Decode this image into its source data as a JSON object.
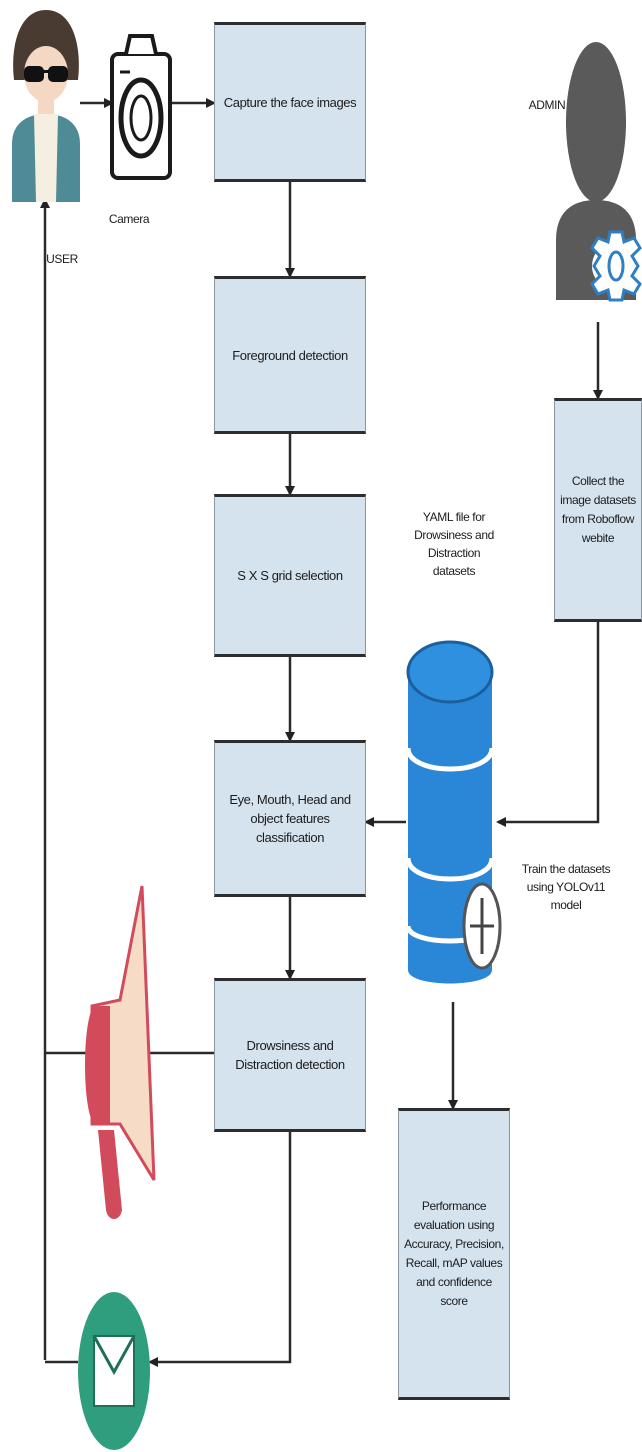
{
  "boxes": {
    "capture": "Capture the face images",
    "foreground": "Foreground detection",
    "grid": "S X S grid selection",
    "features": "Eye, Mouth, Head and object features classification",
    "detection": "Drowsiness and Distraction detection",
    "collect": "Collect the image datasets from Roboflow webite",
    "performance": "Performance evaluation using Accuracy, Precision, Recall, mAP values and confidence score"
  },
  "labels": {
    "user": "USER",
    "camera": "Camera",
    "admin": "ADMIN",
    "yaml": "YAML file for Drowsiness and Distraction datasets",
    "train": "Train the datasets using YOLOv11 model"
  },
  "icons": {
    "user": "user-with-sunglasses-icon",
    "camera": "camera-icon",
    "admin": "admin-gear-icon",
    "database": "database-add-icon",
    "alarm": "megaphone-alarm-icon",
    "mail": "mail-icon"
  },
  "colors": {
    "box_fill": "#d5e3ee",
    "database_blue": "#2a86d6",
    "alarm_red": "#d24b5d",
    "mail_green": "#2f9e7e",
    "admin_grey": "#5a5a5a",
    "gear_blue": "#2f7fc4"
  }
}
